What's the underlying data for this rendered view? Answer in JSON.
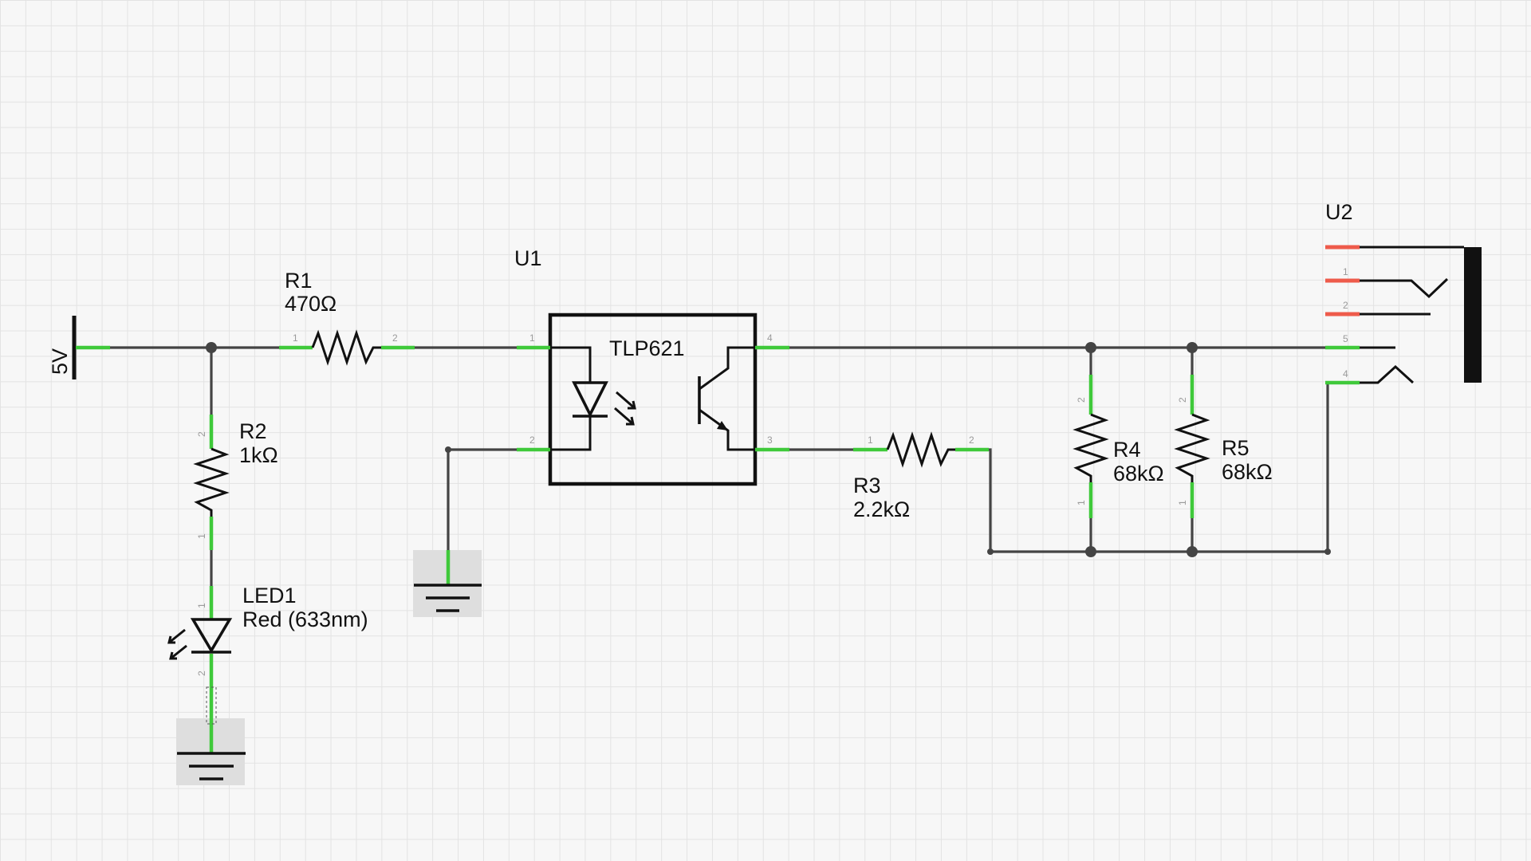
{
  "components": {
    "supply": {
      "label": "5V"
    },
    "r1": {
      "ref": "R1",
      "value": "470Ω",
      "pin1": "1",
      "pin2": "2"
    },
    "r2": {
      "ref": "R2",
      "value": "1kΩ",
      "pin1": "1",
      "pin2": "2"
    },
    "led1": {
      "ref": "LED1",
      "value": "Red (633nm)",
      "pin1": "1",
      "pin2": "2"
    },
    "u1": {
      "ref": "U1",
      "part": "TLP621",
      "pin1": "1",
      "pin2": "2",
      "pin3": "3",
      "pin4": "4"
    },
    "r3": {
      "ref": "R3",
      "value": "2.2kΩ",
      "pin1": "1",
      "pin2": "2"
    },
    "r4": {
      "ref": "R4",
      "value": "68kΩ",
      "pin1": "1",
      "pin2": "2"
    },
    "r5": {
      "ref": "R5",
      "value": "68kΩ",
      "pin1": "1",
      "pin2": "2"
    },
    "u2": {
      "ref": "U2",
      "pin1": "1",
      "pin2": "2",
      "pin4": "4",
      "pin5": "5"
    }
  },
  "colors": {
    "wire": "#444444",
    "connected_pin": "#3fc93a",
    "unconnected_pin": "#ee5b4b",
    "symbol": "#111111",
    "grid": "#e3e3e3",
    "background": "#f7f7f7"
  }
}
